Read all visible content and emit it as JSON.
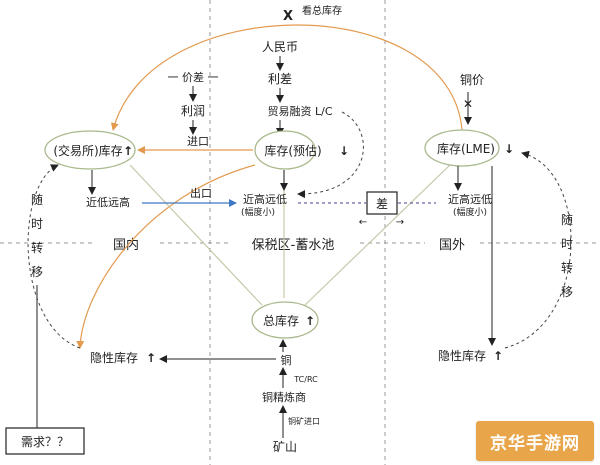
{
  "top_arrow": "看总库存",
  "top_x": "X",
  "rmb": "人民币",
  "interest_diff": "利差",
  "trade_finance": "贸易融资 L/C",
  "price_diff": "一 价差 一",
  "profit": "利润",
  "import_label": "进口",
  "export_label": "出口",
  "copper_price": "铜价",
  "exchange_inventory": "(交易所)库存",
  "bonded_inventory": "库存(预估)",
  "lme_inventory": "库存(LME)",
  "near_low_far_high": "近低远高",
  "near_high_far_low": "近高远低",
  "amplitude_small": "(幅度小)",
  "near_high_far_low_right": "近高远低",
  "amplitude_small_right": "(幅度小)",
  "spread_box": "差",
  "region_domestic": "国内",
  "region_bonded": "保税区-蓄水池",
  "region_foreign": "国外",
  "anytime_transfer": [
    "随",
    "时",
    "转",
    "移"
  ],
  "total_inventory": "总库存",
  "hidden_inventory_left": "隐性库存",
  "hidden_inventory_right": "隐性库存",
  "copper": "铜",
  "tc_rc": "TC/RC",
  "smelter": "铜精炼商",
  "ore_import": "铜矿进口",
  "mine": "矿山",
  "demand": "需求？？",
  "watermark": "京华手游网",
  "colors": {
    "orange": "#e39a4f",
    "blue": "#3f78c4",
    "gray": "#bdbdbd",
    "dark": "#222222",
    "green": "#a9b98c"
  }
}
